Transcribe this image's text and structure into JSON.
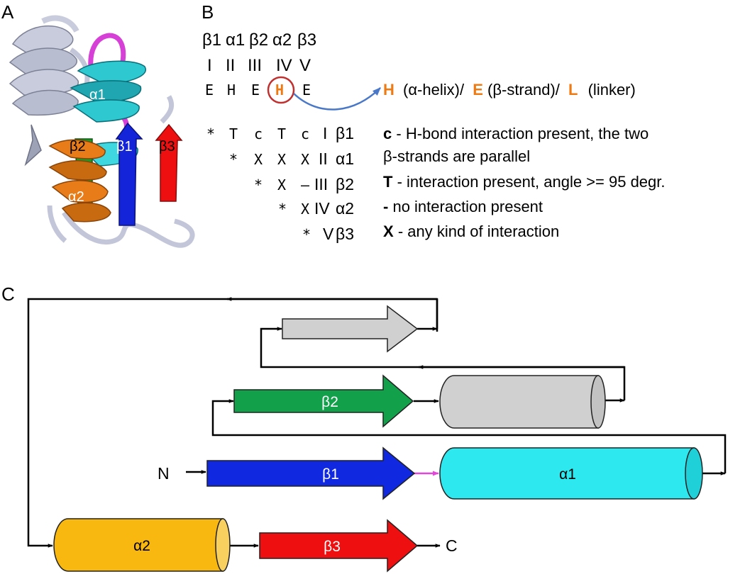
{
  "panels": {
    "a": "A",
    "b": "B",
    "c": "C"
  },
  "colors": {
    "beta1": "#1028e0",
    "beta2": "#12a04a",
    "beta3": "#ee1010",
    "alpha1": "#2ee8f0",
    "alpha2": "#f8b810",
    "loop": "#d640d6",
    "gray": "#d0d0d0",
    "coil": "#c2c6d8",
    "accent": "#ee7a14",
    "circle": "#c0302e",
    "curve": "#4a78c8"
  },
  "panel_a": {
    "labels": {
      "a1": "α1",
      "b2": "β2",
      "b1": "β1",
      "b3": "β3",
      "a2": "α2"
    }
  },
  "panel_b": {
    "sse_names": [
      "β1",
      "α1",
      "β2",
      "α2",
      "β3"
    ],
    "roman": [
      "I",
      "II",
      "III",
      "IV",
      "V"
    ],
    "sequence": [
      "E",
      "H",
      "E",
      "H",
      "E"
    ],
    "circled_index": 3,
    "legend_line": {
      "h_letter": "H",
      "h_text": "(α-helix)/",
      "e_letter": "E",
      "e_text": "(β-strand)/",
      "l_letter": "L",
      "l_text": "(linker)"
    },
    "matrix": {
      "rows": [
        {
          "cells": [
            "*",
            "T",
            "c",
            "T",
            "c"
          ],
          "roman": "I",
          "name": "β1"
        },
        {
          "cells": [
            "*",
            "X",
            "X",
            "X"
          ],
          "roman": "II",
          "name": "α1"
        },
        {
          "cells": [
            "*",
            "X",
            "–"
          ],
          "roman": "III",
          "name": "β2"
        },
        {
          "cells": [
            "*",
            "X"
          ],
          "roman": "IV",
          "name": "α2"
        },
        {
          "cells": [
            "*"
          ],
          "roman": "V",
          "name": "β3"
        }
      ]
    },
    "legend": [
      {
        "key": "c",
        "text": "- H-bond interaction present, the two"
      },
      {
        "key": "",
        "text": "β-strands are parallel"
      },
      {
        "key": "T",
        "text": "- interaction present, angle >= 95 degr."
      },
      {
        "key": "-",
        "text": "no interaction present"
      },
      {
        "key": "X",
        "text": "- any kind of interaction"
      }
    ]
  },
  "panel_c": {
    "labels": {
      "b1": "β1",
      "b2": "β2",
      "b3": "β3",
      "a1": "α1",
      "a2": "α2",
      "n_term": "N",
      "c_term": "C"
    }
  }
}
